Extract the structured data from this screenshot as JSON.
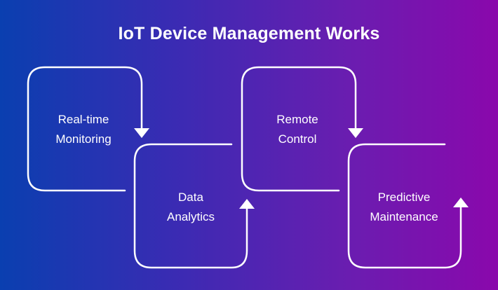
{
  "title": "IoT Device Management Works",
  "steps": [
    {
      "line1": "Real-time",
      "line2": "Monitoring",
      "arrow": "down"
    },
    {
      "line1": "Data",
      "line2": "Analytics",
      "arrow": "up"
    },
    {
      "line1": "Remote",
      "line2": "Control",
      "arrow": "down"
    },
    {
      "line1": "Predictive",
      "line2": "Maintenance",
      "arrow": "up"
    }
  ],
  "colors": {
    "gradient_start": "#0a3fb0",
    "gradient_end": "#8a08ac",
    "stroke": "#ffffff"
  }
}
